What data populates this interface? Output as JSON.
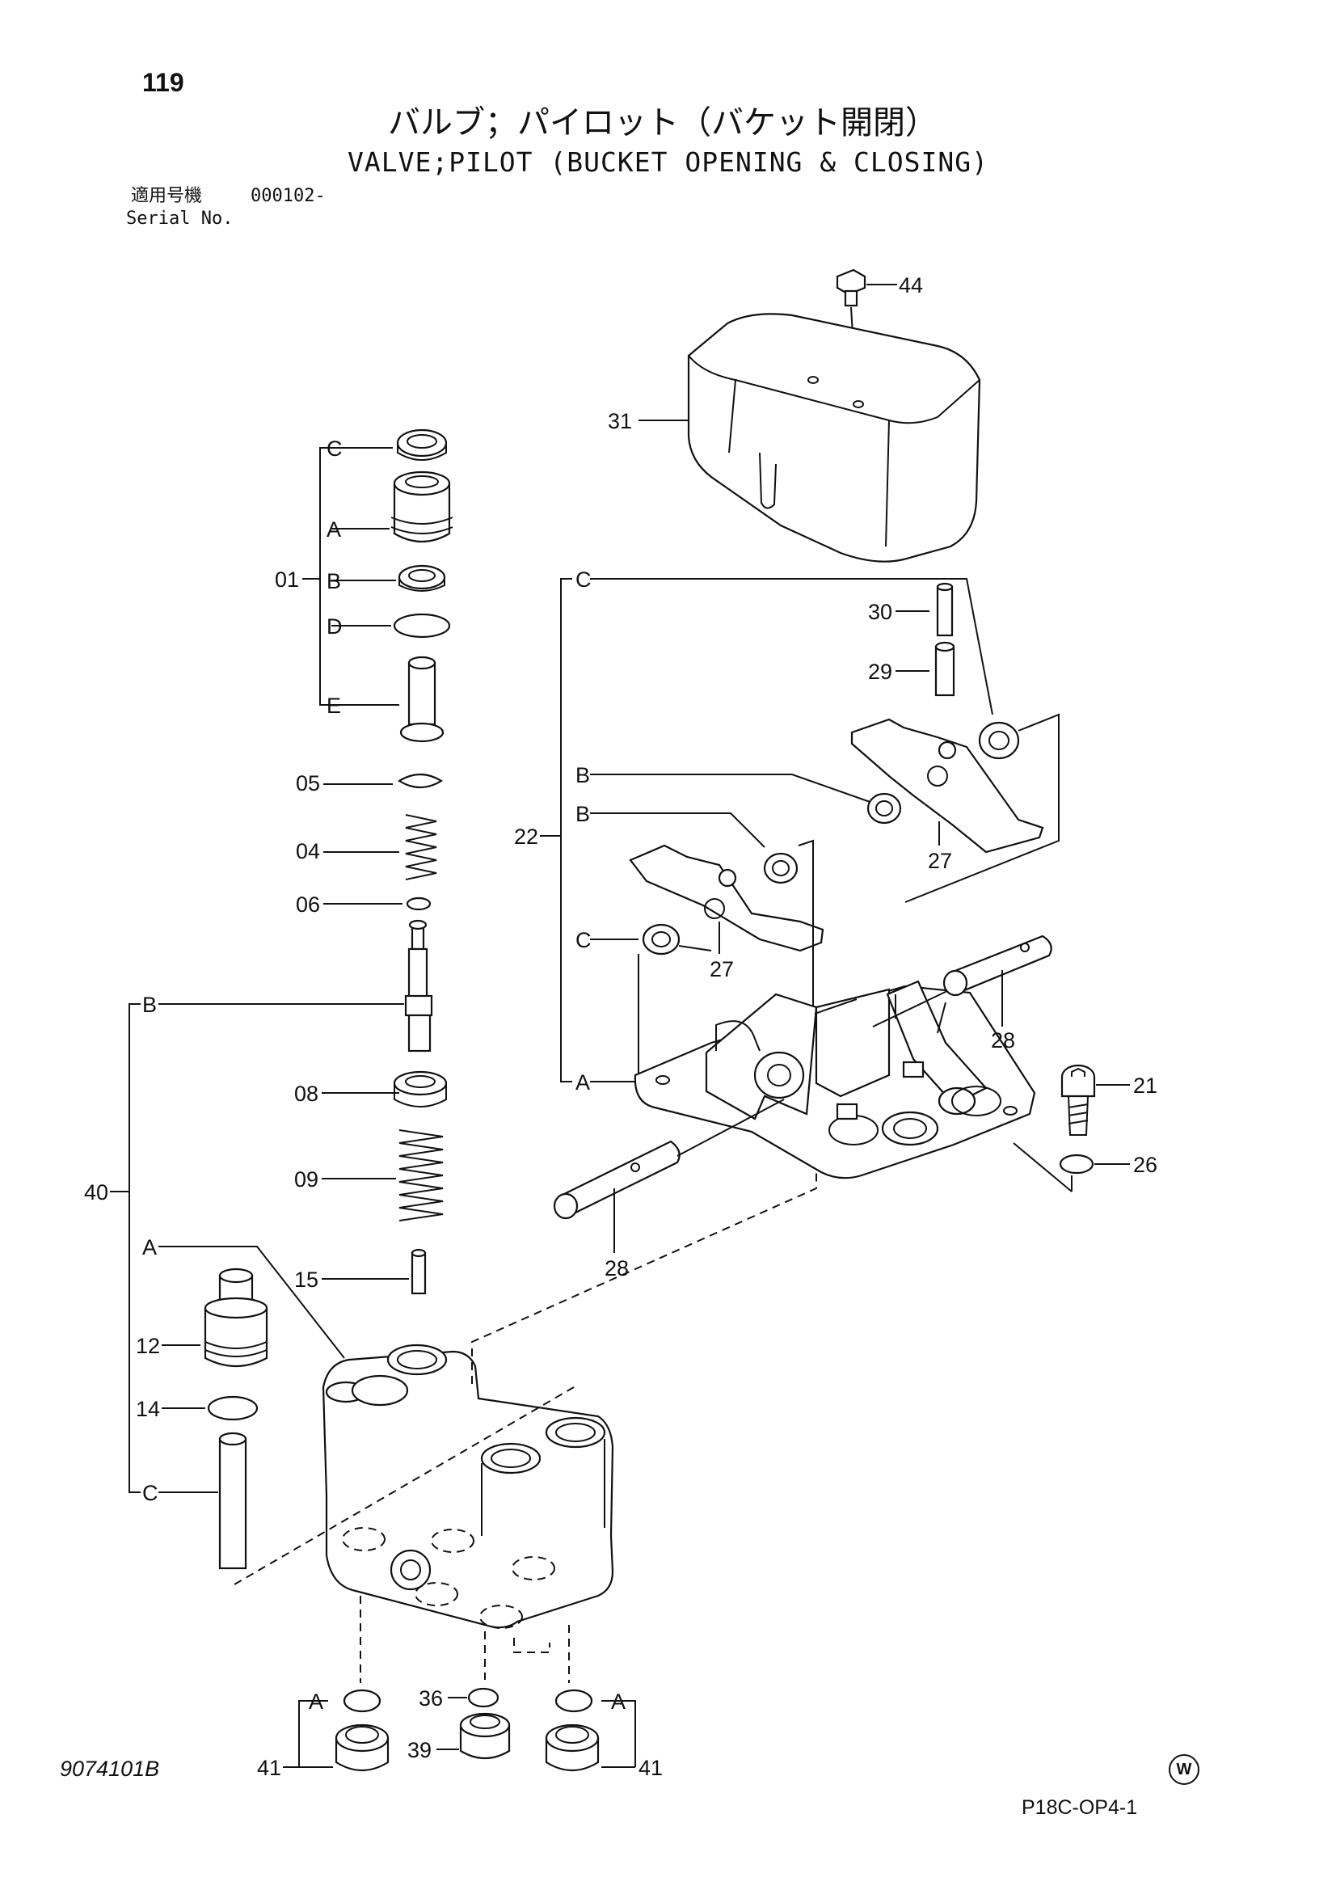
{
  "header": {
    "page_number": "119",
    "title_jp": "バルブ；パイロット（バケット開閉）",
    "title_en": "VALVE;PILOT (BUCKET OPENING & CLOSING)",
    "serial_label_jp": "適用号機",
    "serial_value": "000102-",
    "serial_label_en": "Serial No."
  },
  "footer": {
    "drawing_number": "9074101B",
    "watermark": "W",
    "figure_code": "P18C-OP4-1"
  },
  "callouts": {
    "p44": "44",
    "p31": "31",
    "p01": "01",
    "p05": "05",
    "p04": "04",
    "p06": "06",
    "p08": "08",
    "p09": "09",
    "p15": "15",
    "p12": "12",
    "p14": "14",
    "p40": "40",
    "p22": "22",
    "p30": "30",
    "p29": "29",
    "p27a": "27",
    "p27b": "27",
    "p28a": "28",
    "p28b": "28",
    "p21": "21",
    "p26": "26",
    "p36": "36",
    "p39": "39",
    "p41a": "41",
    "p41b": "41"
  },
  "sub_labels": {
    "k01_c": "C",
    "k01_a": "A",
    "k01_b": "B",
    "k01_d": "D",
    "k01_e": "E",
    "k40_b": "B",
    "k40_a": "A",
    "k40_c": "C",
    "k22_c1": "C",
    "k22_b1": "B",
    "k22_b2": "B",
    "k22_c2": "C",
    "k22_a": "A",
    "k41_a1": "A",
    "k41_a2": "A"
  }
}
